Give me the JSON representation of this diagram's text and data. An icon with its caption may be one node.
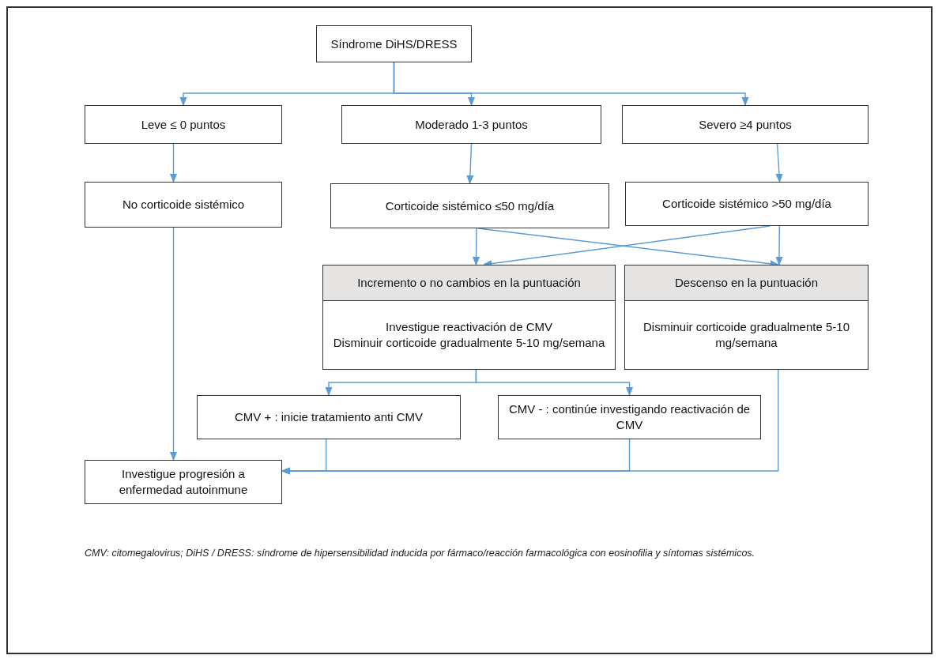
{
  "diagram": {
    "caption": "CMV: citomegalovirus; DiHS / DRESS: síndrome de hipersensibilidad inducida por fármaco/reacción farmacológica con eosinofilia y síntomas sistémicos.",
    "nodes": [
      {
        "text": [
          "Síndrome DiHS/DRESS"
        ]
      },
      {
        "text": [
          "Leve ≤ 0 puntos"
        ]
      },
      {
        "text": [
          "Moderado 1-3 puntos"
        ]
      },
      {
        "text": [
          "Severo ≥4 puntos"
        ]
      },
      {
        "text": [
          "No corticoide sistémico"
        ]
      },
      {
        "text": [
          "Corticoide sistémico ≤50 mg/día"
        ]
      },
      {
        "text": [
          "Corticoide sistémico >50 mg/día"
        ]
      },
      {
        "text": [
          "Incremento o no cambios en la puntuación",
          "Investigue reactivación de CMV",
          "Disminuir corticoide gradualmente 5-10 mg/semana"
        ]
      },
      {
        "text": [
          "Descenso en la puntuación",
          "Disminuir corticoide gradualmente 5-10 mg/semana"
        ]
      },
      {
        "text": [
          "CMV + : inicie tratamiento anti CMV"
        ]
      },
      {
        "text": [
          "CMV - : continúe investigando reactivación de CMV"
        ]
      },
      {
        "text": [
          "Investigue progresión a enfermedad autoinmune"
        ]
      }
    ],
    "edges": [
      {
        "from": 0,
        "to": 1,
        "arrow": "to"
      },
      {
        "from": 0,
        "to": 2,
        "arrow": "to"
      },
      {
        "from": 0,
        "to": 3,
        "arrow": "to"
      },
      {
        "from": 1,
        "to": 4,
        "arrow": "to"
      },
      {
        "from": 2,
        "to": 5,
        "arrow": "to"
      },
      {
        "from": 3,
        "to": 6,
        "arrow": "to"
      },
      {
        "from": 5,
        "to": 7,
        "arrow": "to"
      },
      {
        "from": 5,
        "to": 8,
        "arrow": "to"
      },
      {
        "from": 6,
        "to": 7,
        "arrow": "to"
      },
      {
        "from": 6,
        "to": 8,
        "arrow": "to"
      },
      {
        "from": 7,
        "to": 9,
        "arrow": "to"
      },
      {
        "from": 7,
        "to": 10,
        "arrow": "to"
      },
      {
        "from": 4,
        "to": 11,
        "arrow": "to"
      },
      {
        "from": 9,
        "to": 11,
        "arrow": "to"
      },
      {
        "from": 10,
        "to": 11,
        "arrow": "to"
      },
      {
        "from": 8,
        "to": 11,
        "arrow": "to"
      }
    ]
  }
}
